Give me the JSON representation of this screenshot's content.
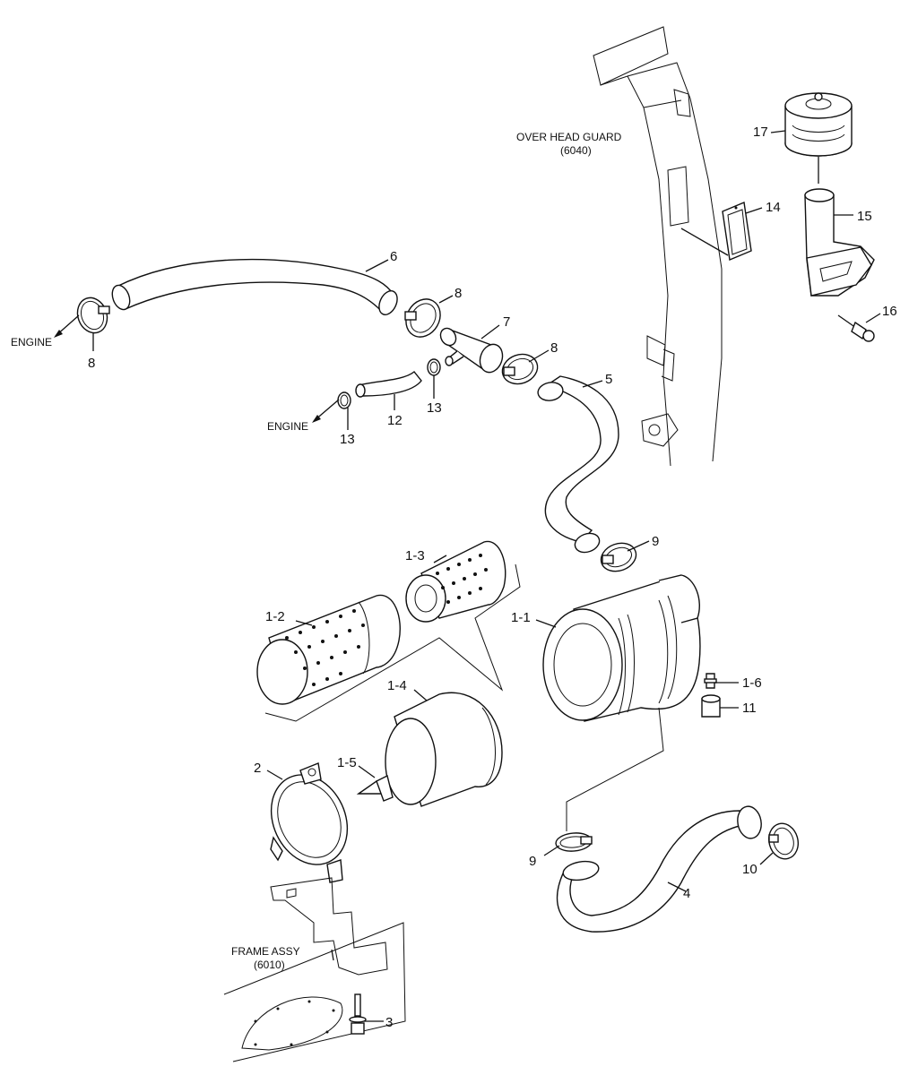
{
  "labels": {
    "p1_1": "1-1",
    "p1_2": "1-2",
    "p1_3": "1-3",
    "p1_4": "1-4",
    "p1_5": "1-5",
    "p1_6": "1-6",
    "p2": "2",
    "p3": "3",
    "p4": "4",
    "p5": "5",
    "p6": "6",
    "p7": "7",
    "p8a": "8",
    "p8b": "8",
    "p8c": "8",
    "p9a": "9",
    "p9b": "9",
    "p10": "10",
    "p11": "11",
    "p12": "12",
    "p13a": "13",
    "p13b": "13",
    "p14": "14",
    "p15": "15",
    "p16": "16",
    "p17": "17"
  },
  "references": {
    "engine_a": "ENGINE",
    "engine_b": "ENGINE",
    "over_head_guard": "OVER HEAD GUARD",
    "over_head_guard_code": "(6040)",
    "frame_assy": "FRAME ASSY",
    "frame_assy_code": "(6010)"
  }
}
